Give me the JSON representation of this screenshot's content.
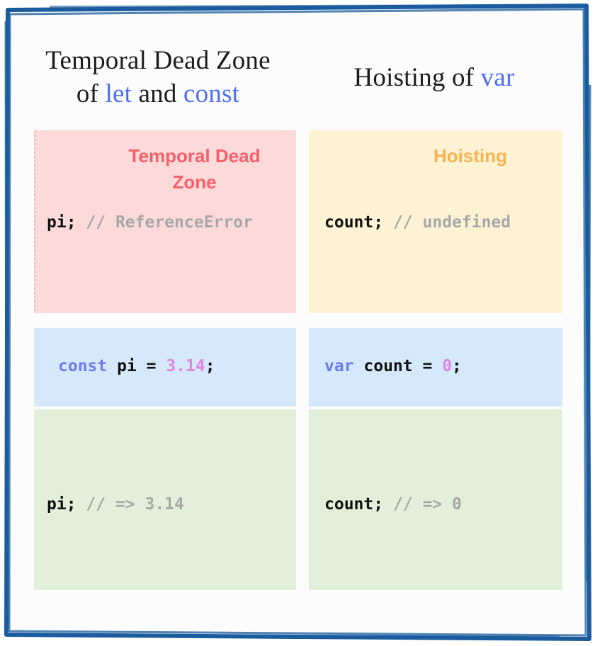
{
  "frame": {
    "border_color": "#1b5c9e",
    "background": "#fcfcfd"
  },
  "titles": {
    "left": {
      "line1": "Temporal Dead Zone",
      "line2_prefix": "of ",
      "line2_kw1": "let",
      "line2_mid": " and ",
      "line2_kw2": "const"
    },
    "right": {
      "prefix": "Hoisting of ",
      "keyword": "var"
    }
  },
  "panels": {
    "tdz": {
      "label": "Temporal Dead Zone",
      "label_color": "#f4616a",
      "background": "#fcdada",
      "code_name": "pi;",
      "code_comment": "// ReferenceError"
    },
    "hoisting": {
      "label": "Hoisting",
      "label_color": "#f7b352",
      "background": "#fdf3d4",
      "code_name": "count;",
      "code_comment": "// undefined"
    },
    "const_decl": {
      "background": "#d6e9fb",
      "keyword": "const",
      "identifier": " pi ",
      "equals": "= ",
      "value": "3.14",
      "semicolon": ";"
    },
    "var_decl": {
      "background": "#d6e9fb",
      "keyword": "var",
      "identifier": " count ",
      "equals": "= ",
      "value": "0",
      "semicolon": ";"
    },
    "pi_output": {
      "background": "#e2f0da",
      "code_name": "pi;",
      "code_comment": "// => 3.14"
    },
    "count_output": {
      "background": "#e2f0da",
      "code_name": "count;",
      "code_comment": "// => 0"
    }
  }
}
